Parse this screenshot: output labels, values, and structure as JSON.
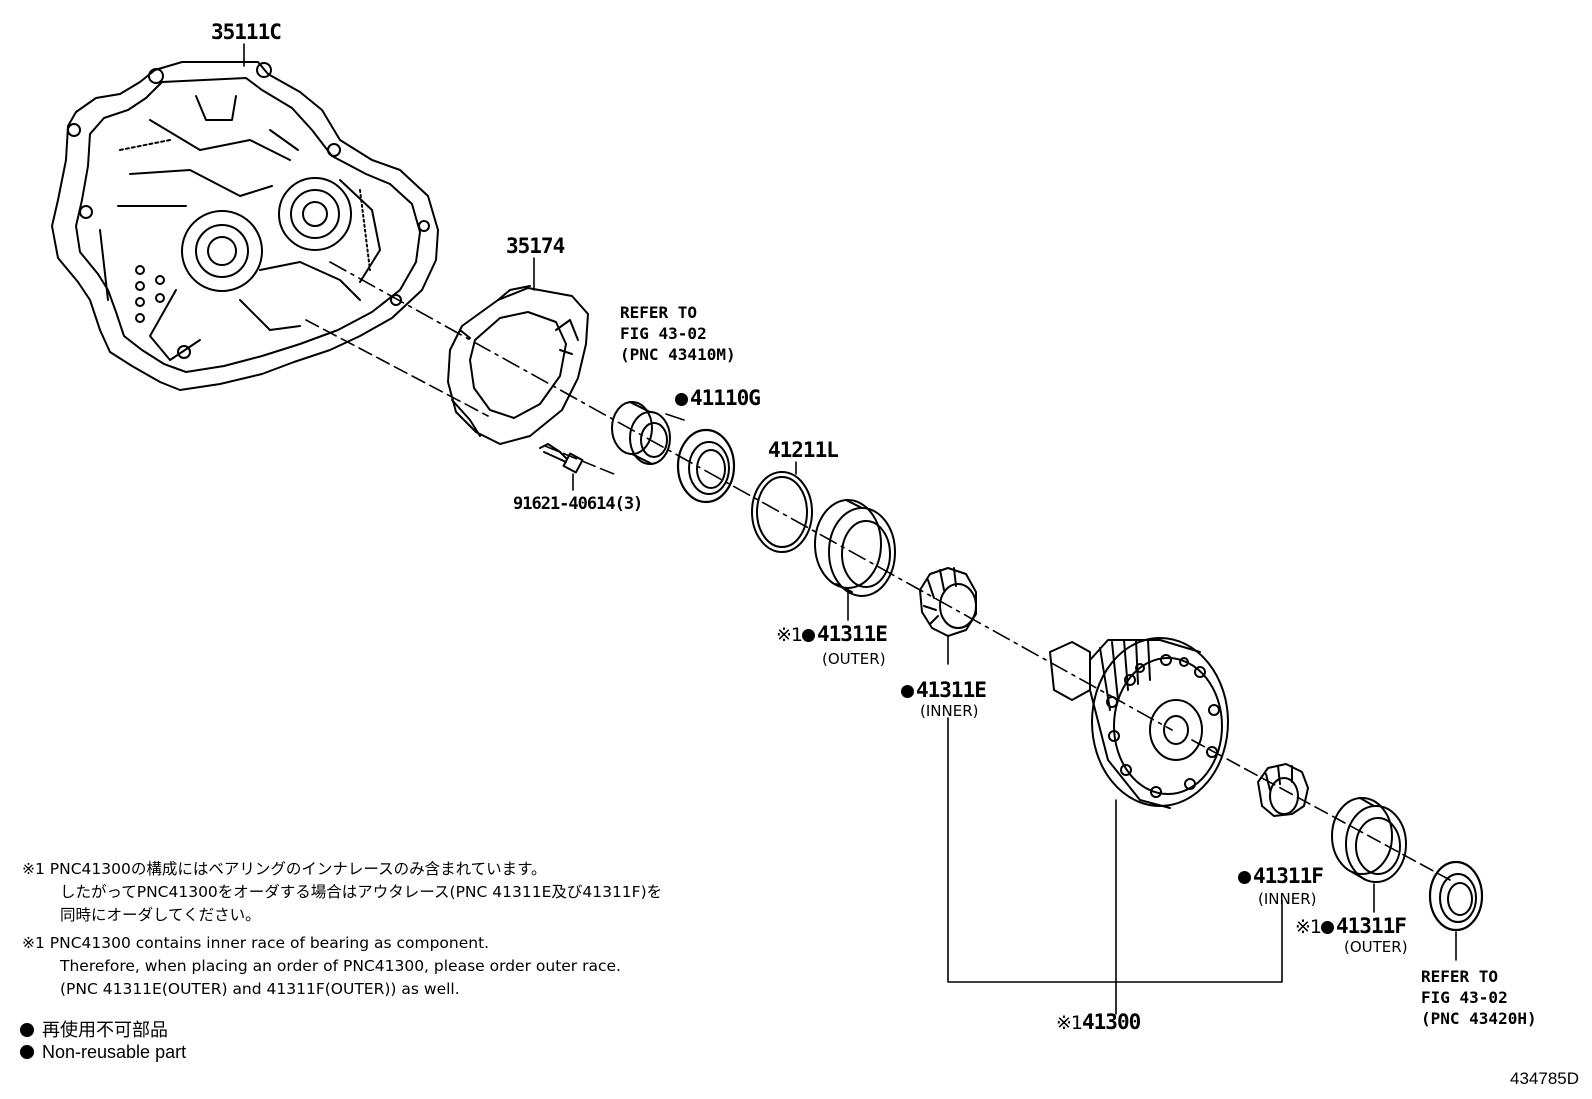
{
  "callouts": {
    "c35111c": {
      "pn": "35111C"
    },
    "c35174": {
      "pn": "35174"
    },
    "c91621": {
      "pn": "91621-40614(3)"
    },
    "c41110g": {
      "pn": "41110G",
      "nonreusable": true
    },
    "c41211l": {
      "pn": "41211L"
    },
    "c41311e_outer": {
      "mark": "※1",
      "pn": "41311E",
      "sub": "(OUTER)",
      "nonreusable": true
    },
    "c41311e_inner": {
      "pn": "41311E",
      "sub": "(INNER)",
      "nonreusable": true
    },
    "c41311f_inner": {
      "pn": "41311F",
      "sub": "(INNER)",
      "nonreusable": true
    },
    "c41311f_outer": {
      "mark": "※1",
      "pn": "41311F",
      "sub": "(OUTER)",
      "nonreusable": true
    },
    "c41300": {
      "mark": "※1",
      "pn": "41300"
    }
  },
  "refer_top": [
    "REFER TO",
    "FIG 43-02",
    "(PNC 43410M)"
  ],
  "refer_bottom": [
    "REFER TO",
    "FIG 43-02",
    "(PNC 43420H)"
  ],
  "notes": {
    "jp": [
      "※1 PNC41300の構成にはベアリングのインナレースのみ含まれています。",
      "したがってPNC41300をオーダする場合はアウタレース(PNC 41311E及び41311F)を",
      "同時にオーダしてください。"
    ],
    "en": [
      "※1 PNC41300 contains inner race of bearing as component.",
      "Therefore, when placing an order of PNC41300, please order outer race.",
      "(PNC 41311E(OUTER) and 41311F(OUTER)) as well."
    ]
  },
  "legend": [
    {
      "label": "再使用不可部品"
    },
    {
      "label": "Non-reusable part"
    }
  ],
  "figure_id": "434785D"
}
